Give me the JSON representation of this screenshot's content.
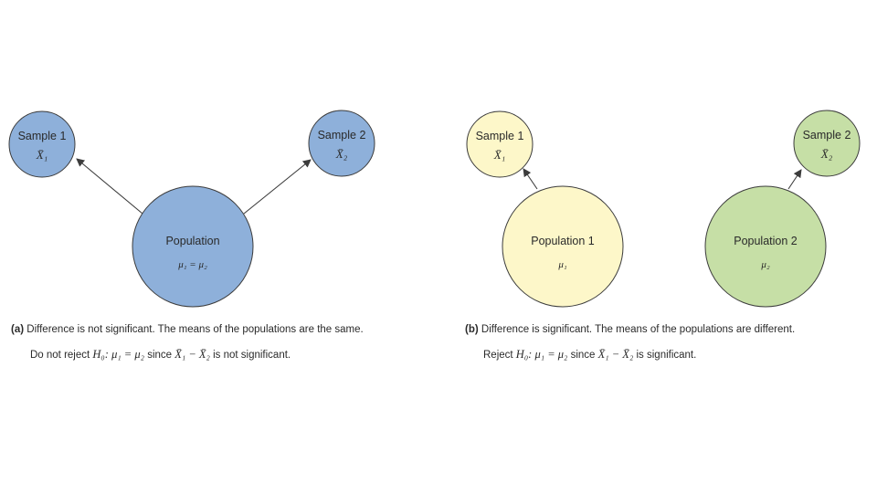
{
  "panel_a": {
    "sample1_label": "Sample 1",
    "sample1_symbol": "X̄₁",
    "sample2_label": "Sample 2",
    "sample2_symbol": "X̄₂",
    "population_label": "Population",
    "population_symbol": "μ₁ = μ₂",
    "caption_letter": "(a)",
    "caption_line1": "Difference is not significant. The means of the populations are the same.",
    "caption_line2_prefix": "Do not reject ",
    "caption_line2_hypothesis": "H₀: μ₁ = μ₂",
    "caption_line2_mid": " since ",
    "caption_line2_diff": "X̄₁ − X̄₂",
    "caption_line2_suffix": " is not significant."
  },
  "panel_b": {
    "sample1_label": "Sample 1",
    "sample1_symbol": "X̄₁",
    "sample2_label": "Sample 2",
    "sample2_symbol": "X̄₂",
    "population1_label": "Population 1",
    "population1_symbol": "μ₁",
    "population2_label": "Population 2",
    "population2_symbol": "μ₂",
    "caption_letter": "(b)",
    "caption_line1": "Difference is significant. The means of the populations are different.",
    "caption_line2_prefix": "Reject ",
    "caption_line2_hypothesis": "H₀: μ₁ = μ₂",
    "caption_line2_mid": " since ",
    "caption_line2_diff": "X̄₁ − X̄₂",
    "caption_line2_suffix": " is significant."
  },
  "colors": {
    "blue_fill": "#8eb0da",
    "yellow_fill": "#fdf7c9",
    "green_fill": "#c6dfa6",
    "stroke": "#3c3c3c"
  }
}
